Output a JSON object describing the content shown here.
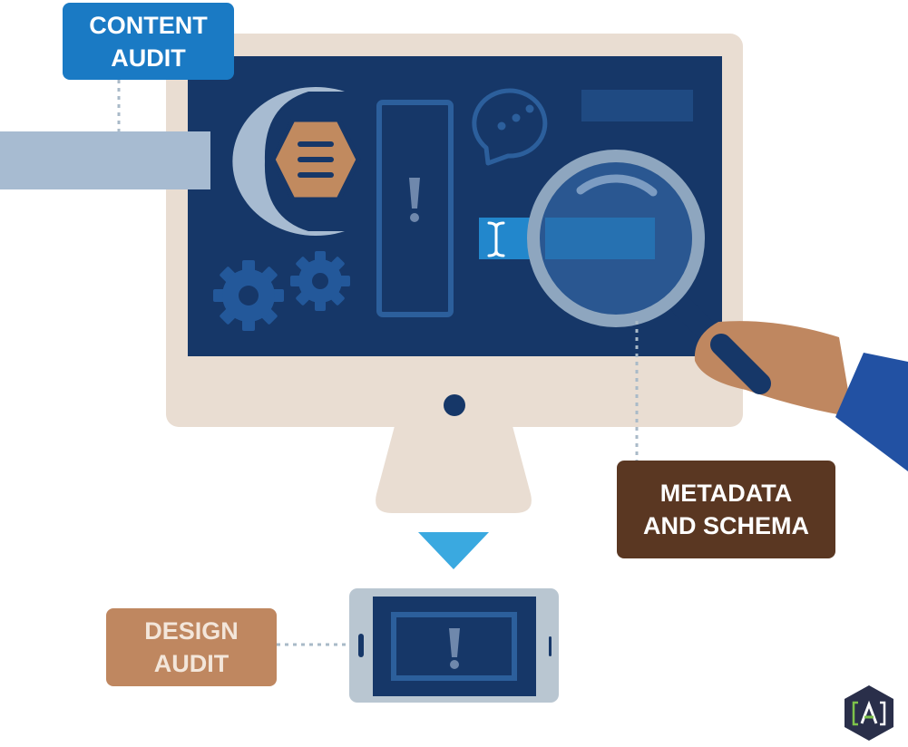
{
  "labels": {
    "content_audit": "CONTENT\nAUDIT",
    "metadata_schema": "METADATA\nAND SCHEMA",
    "design_audit": "DESIGN\nAUDIT"
  },
  "colors": {
    "content_audit_bg": "#1a7ac4",
    "metadata_schema_bg": "#5a3722",
    "design_audit_bg": "#bf8760",
    "label_text_light": "#ffffff",
    "design_text": "#f3e6da",
    "monitor_frame": "#e9ddd2",
    "screen": "#163768",
    "accent_blue": "#2287cc",
    "wrench": "#a7bbd1",
    "bolt": "#c18a5f",
    "hand": "#bf8760",
    "sleeve": "#2251a3",
    "connector": "#a9bac8",
    "down_arrow": "#3aa9e0",
    "tablet_frame": "#b9c6d1",
    "logo_bg": "#2a2f4a",
    "logo_accent": "#7ec34a"
  },
  "icons": [
    "wrench-icon",
    "bolt-icon",
    "gear-icon",
    "exclamation-icon",
    "chat-bubble-icon",
    "text-cursor-icon",
    "magnifying-glass-icon",
    "hand-icon",
    "down-arrow-icon",
    "tablet-icon",
    "logo-icon"
  ]
}
